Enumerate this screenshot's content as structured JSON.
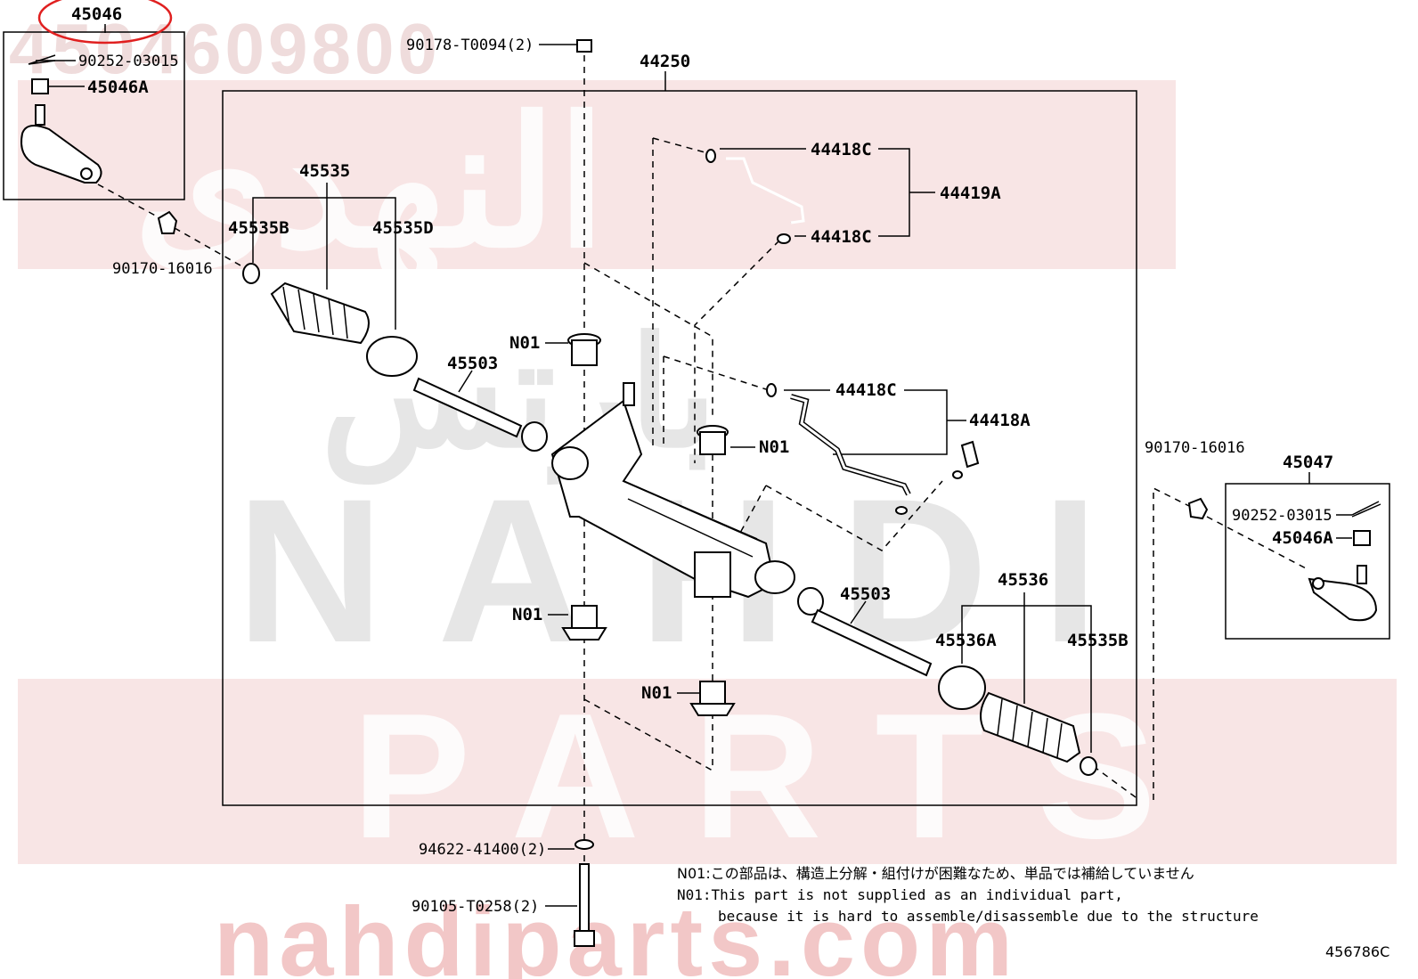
{
  "diagram": {
    "labels": {
      "l45046": "45046",
      "l90252a": "90252-03015",
      "l45046A_a": "45046A",
      "l90170a": "90170-16016",
      "l90178": "90178-T0094(2)",
      "l44250": "44250",
      "l45535": "45535",
      "l45535B_a": "45535B",
      "l45535D": "45535D",
      "l44418C_1": "44418C",
      "l44419A": "44419A",
      "l44418C_2": "44418C",
      "l44418C_3": "44418C",
      "l44418A": "44418A",
      "l45503_a": "45503",
      "l45503_b": "45503",
      "lN01_1": "N01",
      "lN01_2": "N01",
      "lN01_3": "N01",
      "lN01_4": "N01",
      "l90170b": "90170-16016",
      "l45047": "45047",
      "l90252b": "90252-03015",
      "l45046A_b": "45046A",
      "l45536": "45536",
      "l45536A": "45536A",
      "l45535B_b": "45535B",
      "l94622": "94622-41400(2)",
      "l90105": "90105-T0258(2)"
    },
    "notes": {
      "line1": "N01:この部品は、構造上分解・組付けが困難なため、単品では補給していません",
      "line2": "N01:This part is not supplied as an individual part,",
      "line3": "because it is hard to assemble/disassemble due to the structure"
    },
    "figure_code": "456786C",
    "highlight_color": "#e02020",
    "watermark": {
      "part_number": "4504609800",
      "arabic": "النهدي",
      "arabic2": "بارتس",
      "brand1": "NAHDI",
      "brand2": "PARTS",
      "url": "nahdiparts.com",
      "color": "#e8b4b4"
    }
  }
}
